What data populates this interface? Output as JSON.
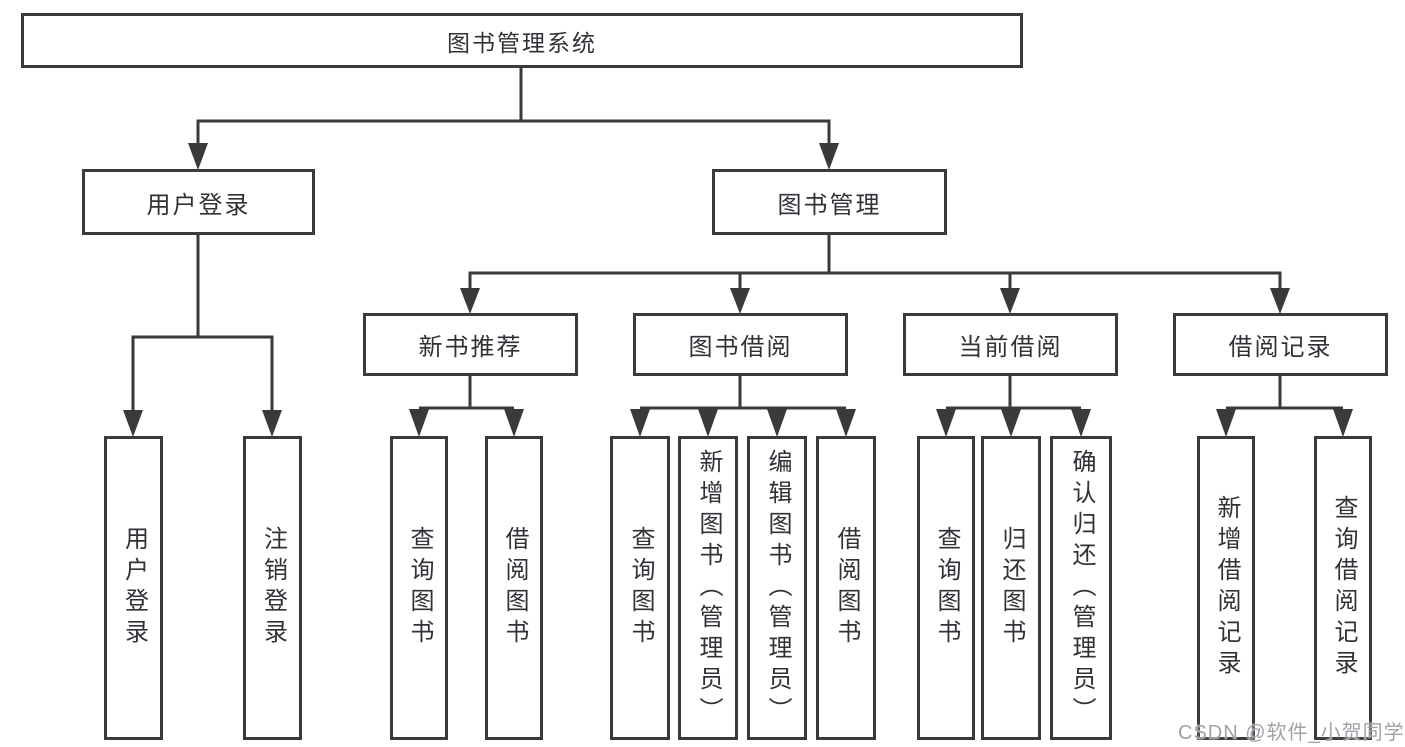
{
  "colors": {
    "line": "#3a3a3a",
    "text": "#2f3237",
    "box-bg": "#ffffff",
    "background": "#ffffff",
    "watermark": "#9ea3a8"
  },
  "root": {
    "label": "图书管理系统"
  },
  "branches": [
    {
      "label": "用户登录",
      "children": [
        {
          "label": "用户登录"
        },
        {
          "label": "注销登录"
        }
      ]
    },
    {
      "label": "图书管理",
      "groups": [
        {
          "label": "新书推荐",
          "children": [
            {
              "label": "查询图书"
            },
            {
              "label": "借阅图书"
            }
          ]
        },
        {
          "label": "图书借阅",
          "children": [
            {
              "label": "查询图书"
            },
            {
              "label": "新增图书（管理员）"
            },
            {
              "label": "编辑图书（管理员）"
            },
            {
              "label": "借阅图书"
            }
          ]
        },
        {
          "label": "当前借阅",
          "children": [
            {
              "label": "查询图书"
            },
            {
              "label": "归还图书"
            },
            {
              "label": "确认归还（管理员）"
            }
          ]
        },
        {
          "label": "借阅记录",
          "children": [
            {
              "label": "新增借阅记录"
            },
            {
              "label": "查询借阅记录"
            }
          ]
        }
      ]
    }
  ],
  "watermark": {
    "text": "CSDN @软件_小贺同学"
  }
}
